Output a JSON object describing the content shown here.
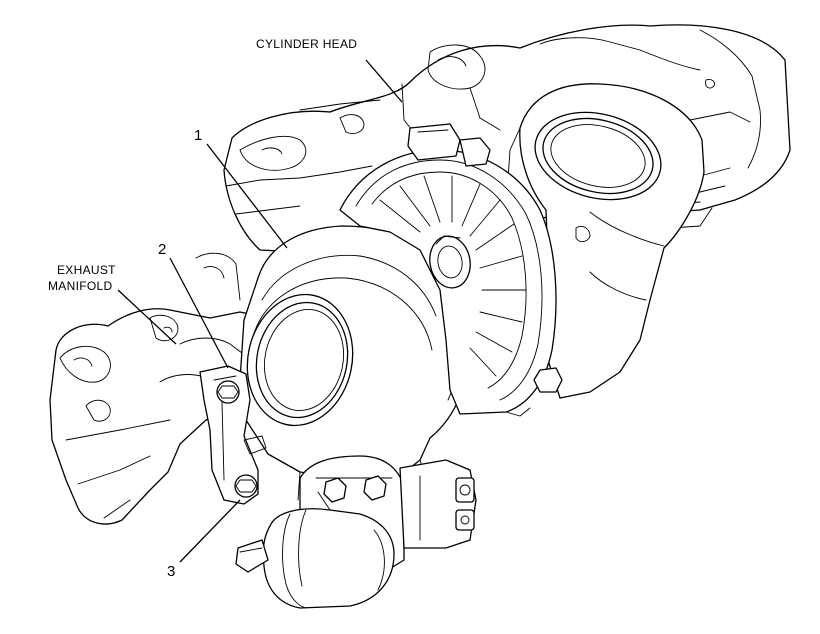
{
  "labels": {
    "cylinder_head": "CYLINDER HEAD",
    "exhaust_manifold_line1": "EXHAUST",
    "exhaust_manifold_line2": "MANIFOLD",
    "callout_1": "1",
    "callout_2": "2",
    "callout_3": "3"
  }
}
